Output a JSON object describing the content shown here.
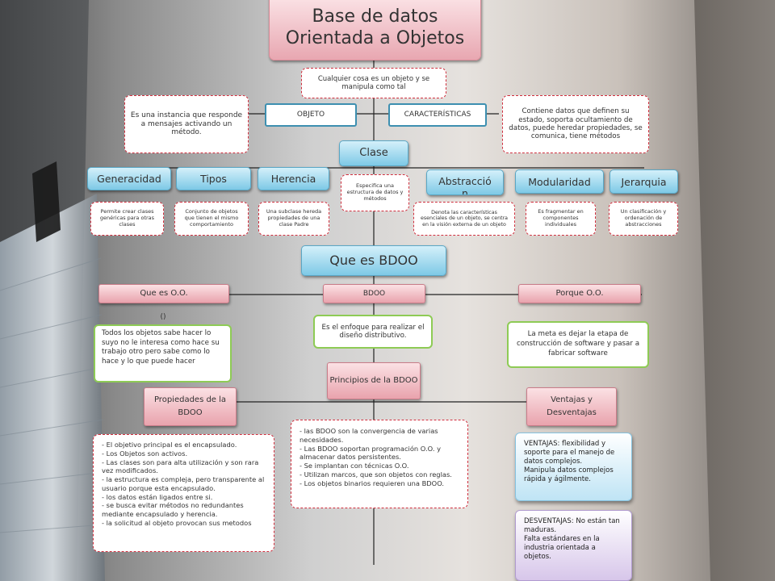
{
  "title": "Base de datos\nOrientada a Objetos",
  "intro": "Cualquier cosa es un objeto y se manipula como tal",
  "objeto": {
    "label": "OBJETO",
    "desc": "Es una instancia que responde a mensajes activando un método."
  },
  "caracteristicas": {
    "label": "CARACTERÍSTICAS",
    "desc": "Contiene datos que definen su estado, soporta ocultamiento de datos, puede heredar propiedades, se comunica, tiene métodos"
  },
  "clase": {
    "label": "Clase",
    "desc": "Especifica una estructura de datos y métodos"
  },
  "generacidad": {
    "label": "Generacidad",
    "desc": "Permite crear clases genéricas para otras clases"
  },
  "tipos": {
    "label": "Tipos",
    "desc": "Conjunto de objetos que tienen el mismo comportamiento"
  },
  "herencia": {
    "label": "Herencia",
    "desc": "Una subclase hereda propiedades de una clase Padre"
  },
  "abstraccion": {
    "label": "Abstracció\nn",
    "desc": "Denota las características esenciales de un objeto, se centra en la visión externa de un objeto"
  },
  "modularidad": {
    "label": "Modularidad",
    "desc": "Es fragmentar en componentes individuales"
  },
  "jerarquia": {
    "label": "Jerarquia",
    "desc": "Un clasificación y ordenación de abstracciones"
  },
  "que_es_bdoo": "Que es BDOO",
  "que_es_oo": {
    "label": "Que es O.O.",
    "mark": "()",
    "desc": "Todos los objetos sabe hacer lo suyo no le interesa como hace su trabajo otro pero sabe como lo hace y lo que puede hacer"
  },
  "bdoo": {
    "label": "BDOO",
    "desc": "Es el enfoque para realizar el diseño distributivo."
  },
  "porque_oo": {
    "label": "Porque O.O.",
    "desc": "La meta es dejar la etapa de construcción de software y pasar a fabricar software"
  },
  "principios": {
    "label": "Principios de la BDOO",
    "desc": "- las BDOO son la convergencia de varias necesidades.\n- Las BDOO soportan programación O.O. y almacenar datos persistentes.\n- Se implantan con técnicas O.O.\n- Utilizan marcos, que son objetos con reglas.\n- Los objetos binarios requieren una BDOO."
  },
  "propiedades": {
    "label": "Propiedades de la BDOO",
    "desc": "- El objetivo principal es el encapsulado.\n- Los Objetos son activos.\n- Las clases son para alta utilización y son rara vez modificados.\n- la estructura es compleja, pero transparente al usuario porque esta encapsulado.\n- los datos están ligados entre si.\n- se busca evitar métodos no redundantes mediante encapsulado y herencia.\n- la solicitud al objeto provocan sus metodos"
  },
  "ventajas": {
    "label": "Ventajas  y Desventajas",
    "ventajas_text": "VENTAJAS: flexibilidad y soporte para el manejo de datos complejos.\nManipula datos complejos rápida y ágilmente.",
    "desventajas_text": "DESVENTAJAS: No están tan maduras.\nFalta estándares en la industria orientada a objetos."
  }
}
